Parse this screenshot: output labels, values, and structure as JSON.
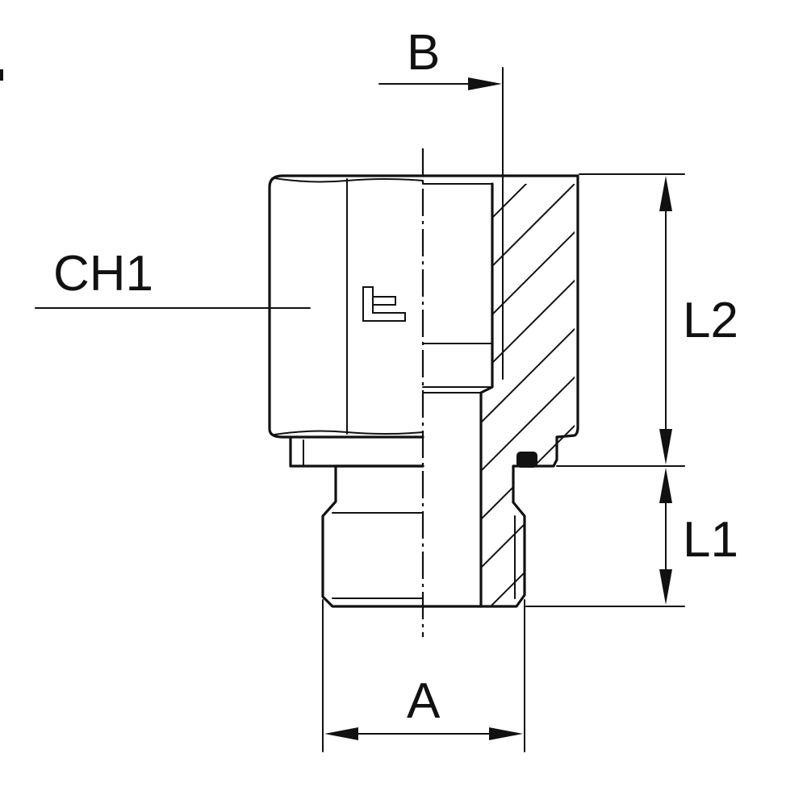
{
  "labels": {
    "b": "B",
    "ch1": "CH1",
    "l2": "L2",
    "l1": "L1",
    "a": "A"
  },
  "colors": {
    "line": "#111111",
    "background": "#ffffff"
  }
}
